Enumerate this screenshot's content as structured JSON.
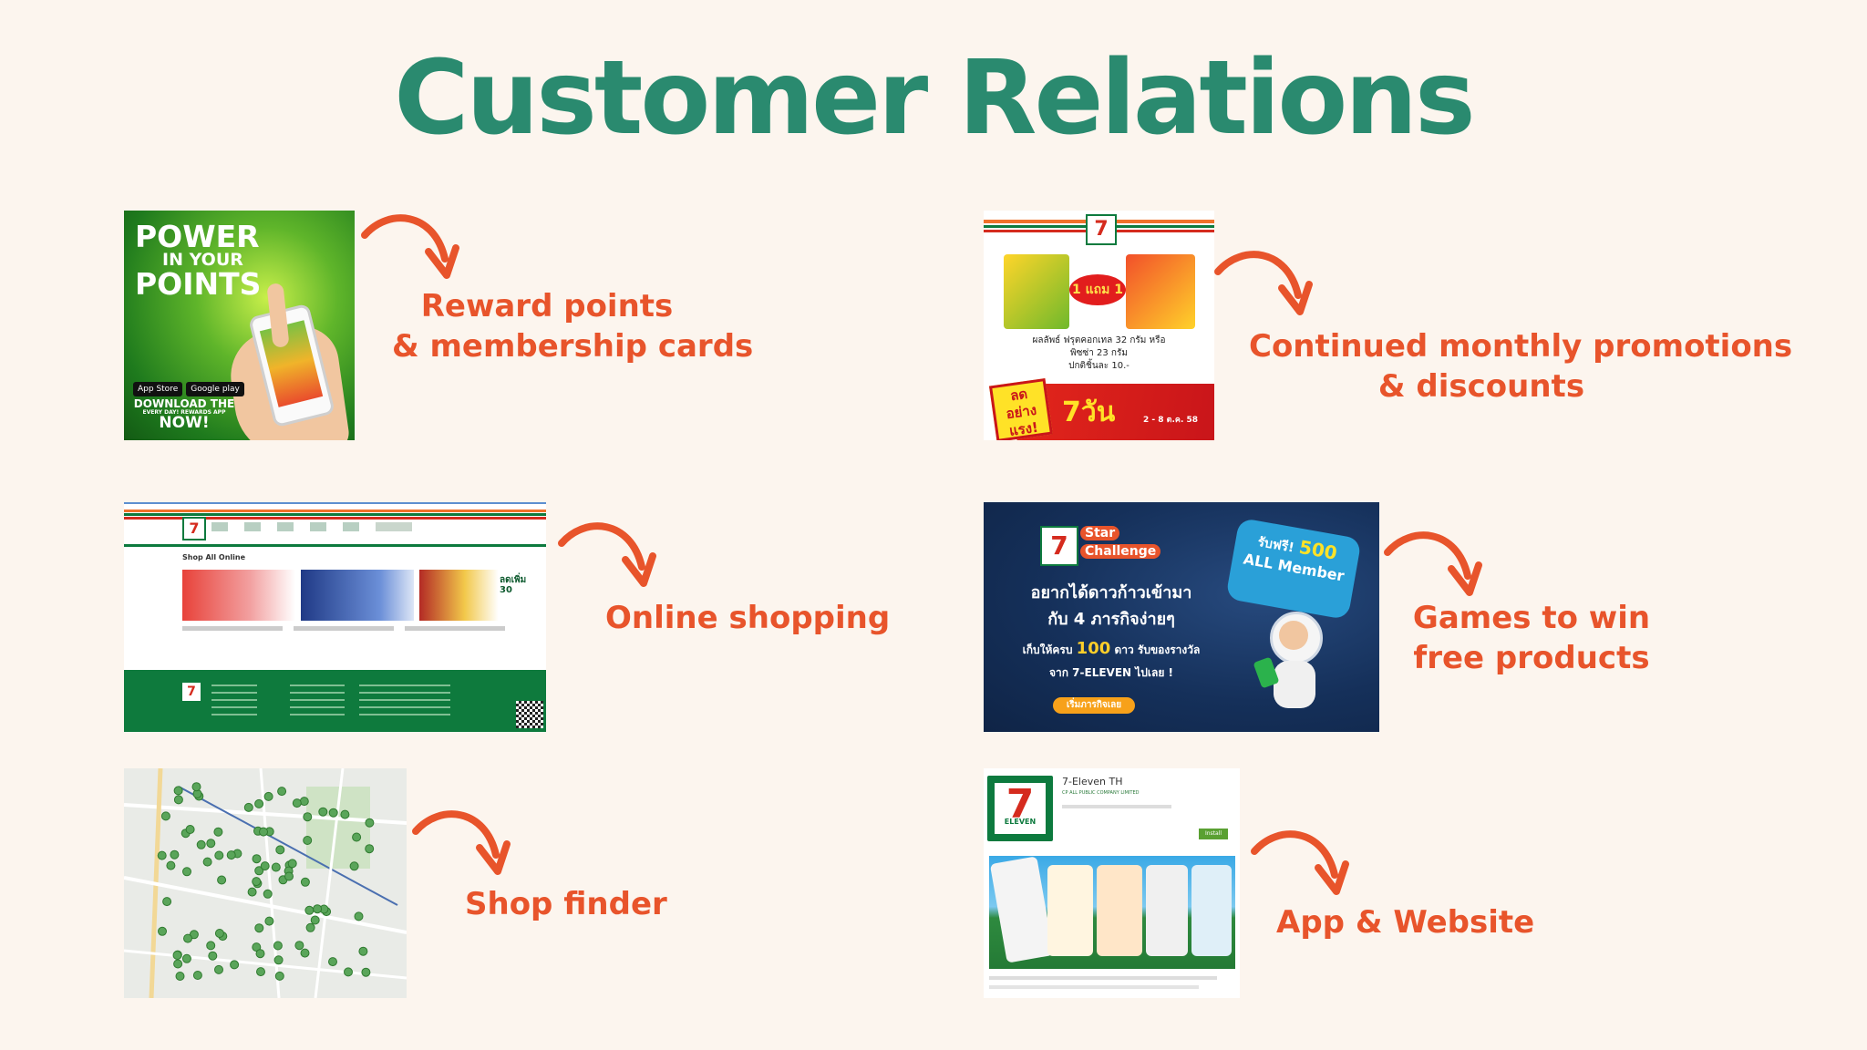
{
  "title": "Customer Relations",
  "items": {
    "rewards": {
      "label_line1": "Reward points",
      "label_line2": "& membership cards"
    },
    "promotions": {
      "label_line1": "Continued monthly promotions",
      "label_line2": "& discounts"
    },
    "online": {
      "label": "Online shopping"
    },
    "games": {
      "label_line1": "Games to win",
      "label_line2": "free products"
    },
    "finder": {
      "label": "Shop finder"
    },
    "app": {
      "label": "App & Website"
    }
  },
  "images": {
    "rewards": {
      "headline1": "POWER",
      "headline2": "IN YOUR",
      "headline3": "POINTS",
      "store1": "App Store",
      "store2": "Google play",
      "cta1": "DOWNLOAD THE",
      "cta2": "EVERY DAY! REWARDS APP",
      "cta3": "NOW!"
    },
    "promotions": {
      "badge": "1 แถม 1",
      "desc1": "ผลลัพธ์ ฟรุตคอกเทล 32 กรัม หรือ",
      "desc2": "พิซซ่า 23 กรัม",
      "desc3": "ปกติชิ้นละ 10.-",
      "sale": "ลด อย่าง แรง!",
      "days": "7วัน",
      "dates": "2 - 8 ต.ค. 58"
    },
    "online": {
      "section": "Shop All Online",
      "promo": "ลดเพิ่ม 30"
    },
    "games": {
      "logo1": "Star",
      "logo2": "Challenge",
      "line1": "อยากได้ดาวก้าวเข้ามา",
      "line2": "กับ 4 ภารกิจง่ายๆ",
      "line3a": "เก็บให้ครบ",
      "line3b": "100",
      "line3c": "ดาว รับของรางวัล",
      "line4": "จาก 7-ELEVEN ไปเลย !",
      "button": "เริ่มภารกิจเลย",
      "bubble1": "รับฟรี!",
      "bubble2": "500",
      "bubble3": "ALL Member"
    },
    "app": {
      "name": "7-Eleven TH",
      "dev": "CP ALL PUBLIC COMPANY LIMITED",
      "install": "Install",
      "logo": "ELEVEN"
    }
  },
  "colors": {
    "title": "#2a8a6f",
    "label": "#e8542b",
    "background": "#fcf5ee",
    "brand_green": "#0d7a3e",
    "brand_orange": "#f0712a",
    "brand_red": "#d52b1e"
  }
}
